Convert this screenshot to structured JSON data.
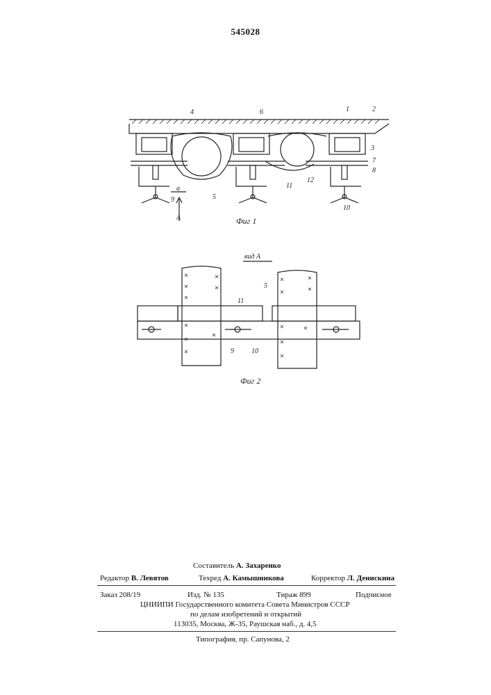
{
  "document": {
    "patent_number": "545028"
  },
  "figure1": {
    "caption": "Фиг 1",
    "labels": {
      "n1": "1",
      "n2": "2",
      "n3": "3",
      "n4": "4",
      "n5": "5",
      "n6": "6",
      "n7": "7",
      "n8": "8",
      "n9": "9",
      "n10": "10",
      "n11": "11",
      "n12": "12",
      "a": "а",
      "A": "А"
    }
  },
  "figure2": {
    "view_title": "вид А",
    "caption": "Фиг 2",
    "labels": {
      "n5": "5",
      "n11": "11",
      "n9": "9",
      "n10": "10"
    }
  },
  "imprint": {
    "compiler_role": "Составитель",
    "compiler_name": "А. Захаренко",
    "editor_role": "Редактор",
    "editor_name": "В. Левятов",
    "techred_role": "Техред",
    "techred_name": "А. Камышникова",
    "corrector_role": "Корректор",
    "corrector_name": "Л. Денискина",
    "order": "Заказ 208/19",
    "edition": "Изд. № 135",
    "circulation": "Тираж 899",
    "subscription": "Подписное",
    "institute_line": "ЦНИИПИ Государственного комитета Совета Министров СССР",
    "affairs_line": "по делам изобретений и открытий",
    "address_line": "113035, Москва, Ж-35, Раушская наб., д. 4,5",
    "printing_house": "Типография, пр. Сапунова, 2"
  }
}
